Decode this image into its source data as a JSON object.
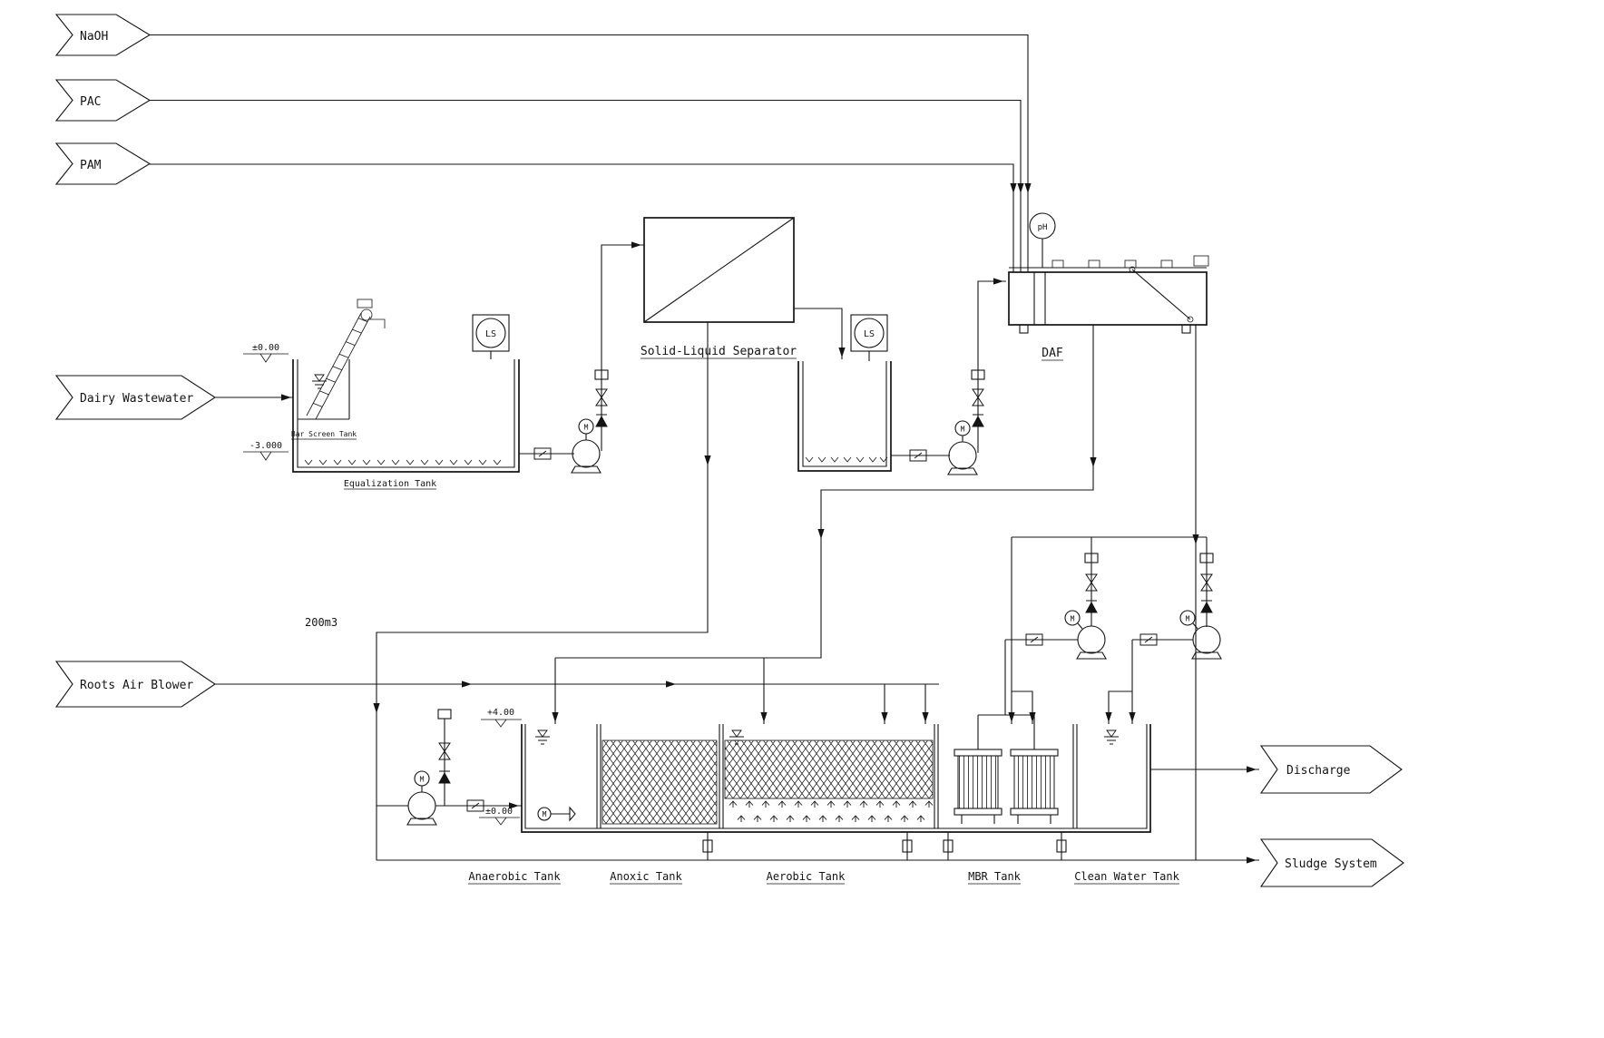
{
  "colors": {
    "ink": "#141414",
    "background": "#ffffff"
  },
  "chemical_feeds": {
    "naoh": "NaOH",
    "pac": "PAC",
    "pam": "PAM"
  },
  "streams": {
    "influent": "Dairy Wastewater",
    "air_blower": "Roots Air Blower",
    "discharge": "Discharge",
    "sludge": "Sludge System"
  },
  "equipment": {
    "separator": "Solid-Liquid Separator",
    "daf": "DAF",
    "equalization_tank": "Equalization Tank",
    "bar_screen_tank": "Bar Screen Tank",
    "anaerobic_tank": "Anaerobic Tank",
    "anoxic_tank": "Anoxic Tank",
    "aerobic_tank": "Aerobic Tank",
    "mbr_tank": "MBR Tank",
    "clean_water_tank": "Clean Water Tank"
  },
  "instruments": {
    "level_switch": "LS",
    "ph_meter": "pH",
    "motor": "M"
  },
  "annotations": {
    "eq_level_top": "±0.00",
    "eq_level_bottom": "-3.000",
    "bio_level_top": "+4.00",
    "bio_level_bottom": "±0.00",
    "volume_note": "200m3"
  }
}
